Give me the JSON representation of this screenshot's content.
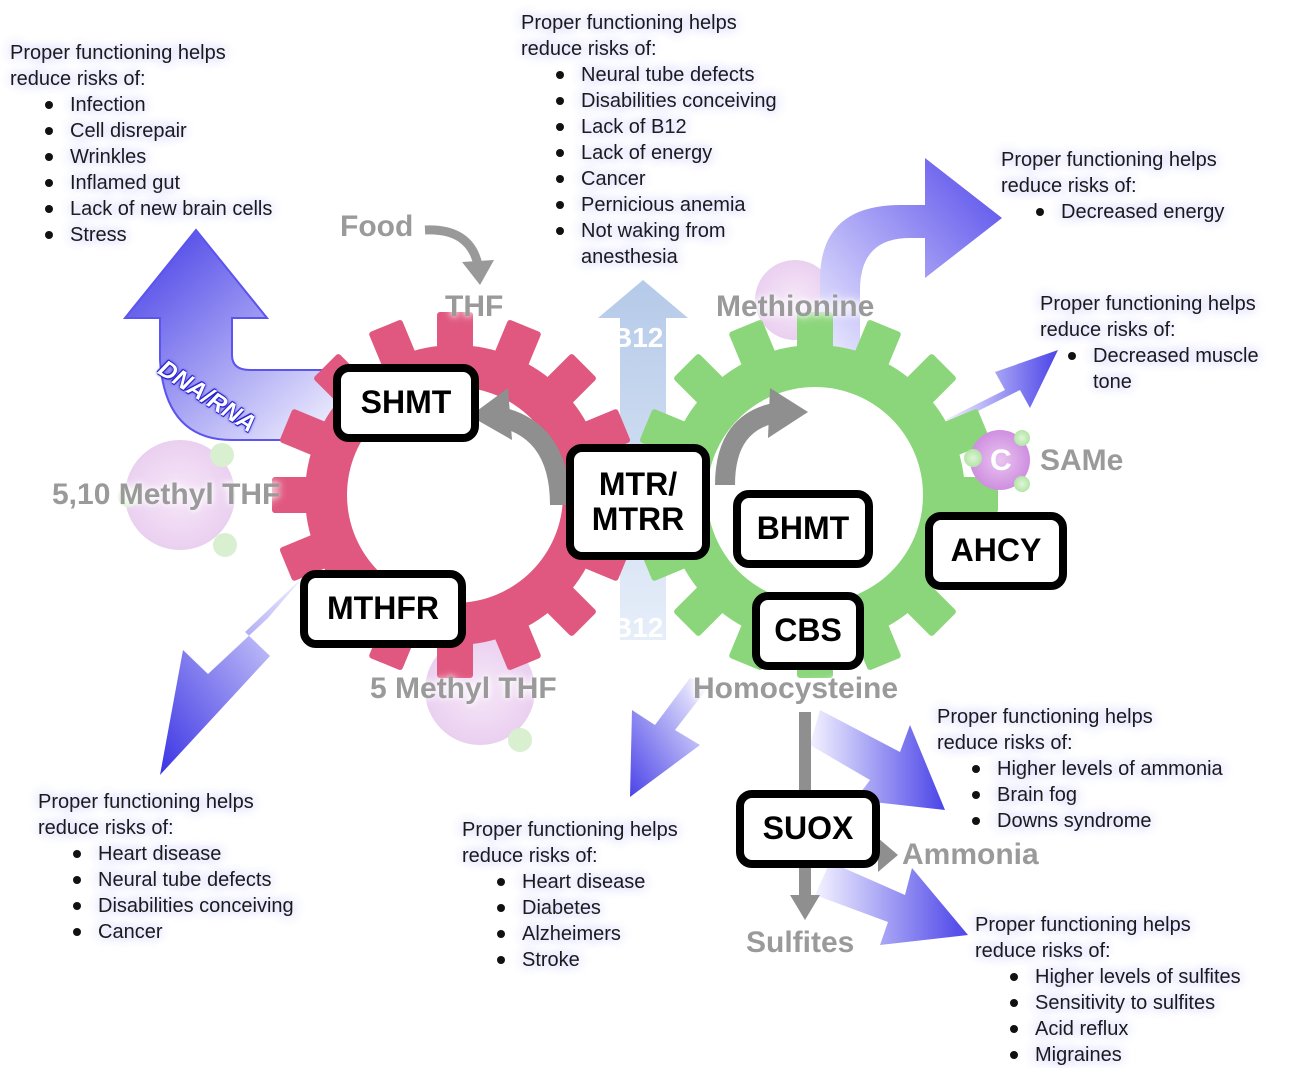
{
  "risk_boxes": {
    "dna": {
      "heading": [
        "Proper functioning helps",
        "reduce risks of:"
      ],
      "items": [
        "Infection",
        "Cell disrepair",
        "Wrinkles",
        "Inflamed gut",
        "Lack of new brain cells",
        "Stress"
      ]
    },
    "b12_top": {
      "heading": [
        "Proper functioning helps",
        "reduce risks of:"
      ],
      "items": [
        "Neural tube defects",
        "Disabilities conceiving",
        "Lack of B12",
        "Lack of energy",
        "Cancer",
        "Pernicious anemia",
        "Not waking from anesthesia"
      ]
    },
    "energy": {
      "heading": [
        "Proper functioning helps",
        "reduce risks of:"
      ],
      "items": [
        "Decreased energy"
      ]
    },
    "muscle": {
      "heading": [
        "Proper functioning helps",
        "reduce risks of:"
      ],
      "items": [
        "Decreased muscle tone"
      ]
    },
    "mthfr": {
      "heading": [
        "Proper functioning helps",
        "reduce risks of:"
      ],
      "items": [
        "Heart disease",
        "Neural tube defects",
        "Disabilities conceiving",
        "Cancer"
      ]
    },
    "homocysteine": {
      "heading": [
        "Proper functioning helps",
        "reduce risks of:"
      ],
      "items": [
        "Heart disease",
        "Diabetes",
        "Alzheimers",
        "Stroke"
      ]
    },
    "ammonia": {
      "heading": [
        "Proper functioning helps",
        "reduce risks of:"
      ],
      "items": [
        "Higher levels of ammonia",
        "Brain fog",
        "Downs syndrome"
      ]
    },
    "sulfites": {
      "heading": [
        "Proper functioning helps",
        "reduce risks of:"
      ],
      "items": [
        "Higher levels of sulfites",
        "Sensitivity to sulfites",
        "Acid reflux",
        "Migraines"
      ]
    }
  },
  "labels": {
    "food": "Food",
    "thf": "THF",
    "methionine": "Methionine",
    "same": "SAMe",
    "methyl510": "5,10 Methyl THF",
    "methyl5": "5 Methyl THF",
    "homocysteine": "Homocysteine",
    "ammonia": "Ammonia",
    "sulfites": "Sulfites",
    "b12_top": "B12",
    "b12_bottom": "B12",
    "dna_rna": "DNA/RNA",
    "same_atom": "C"
  },
  "enzymes": {
    "shmt": "SHMT",
    "mtr": [
      "MTR/",
      "MTRR"
    ],
    "bhmt": "BHMT",
    "ahcy": "AHCY",
    "cbs": "CBS",
    "mthfr": "MTHFR",
    "suox": "SUOX"
  },
  "colors": {
    "left_gear": "#e0577f",
    "right_gear": "#8bd67a",
    "arrow_blue": "#4a43e8",
    "label_gray": "#9a9a9a",
    "b12_arrow": "#b9cdea"
  }
}
